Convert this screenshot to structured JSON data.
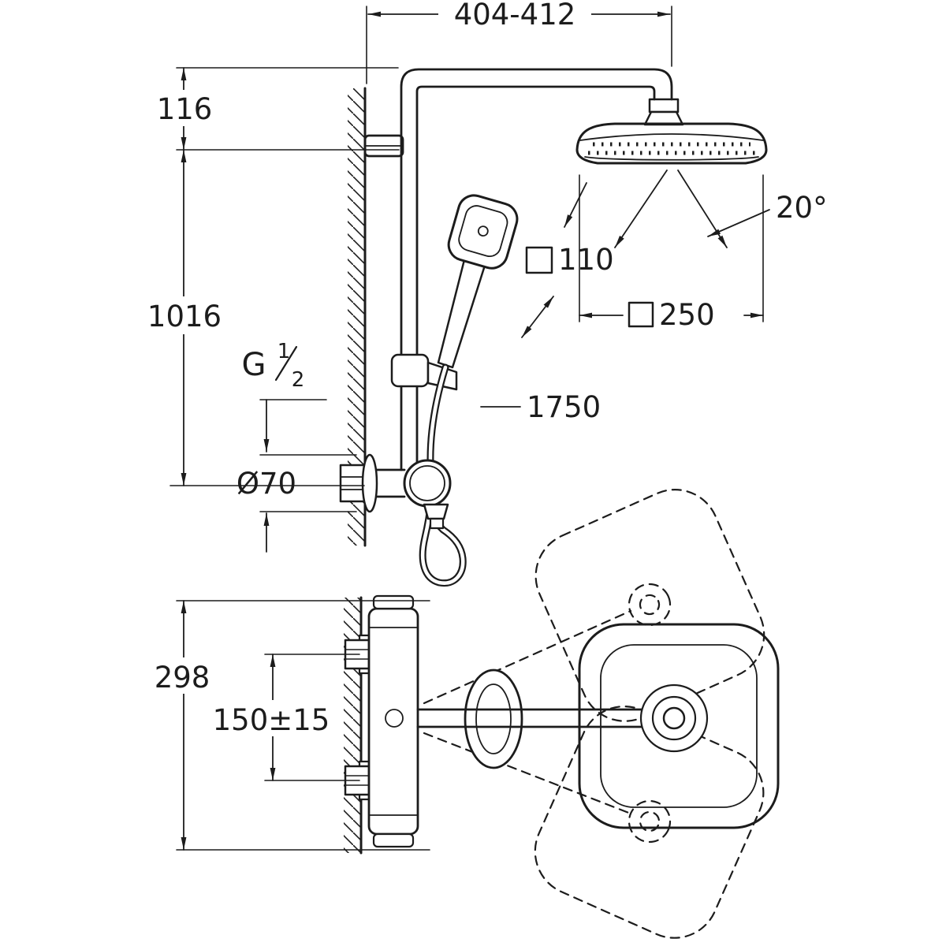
{
  "page": {
    "background": "#ffffff",
    "ink": "#1c1c1c",
    "description_type": "technical-dimension-drawing"
  },
  "dims": {
    "top_width": "404-412",
    "offset_top": "116",
    "rail_height": "1016",
    "thread_g": "G",
    "thread_numerator": "1",
    "thread_denominator": "2",
    "escutcheon_diameter": "Ø70",
    "hose_length": "1750",
    "hand_shower_width": "110",
    "head_shower_width": "250",
    "spray_angle": "20°",
    "depth_total": "298",
    "arm_adjust_range": "150±15"
  }
}
